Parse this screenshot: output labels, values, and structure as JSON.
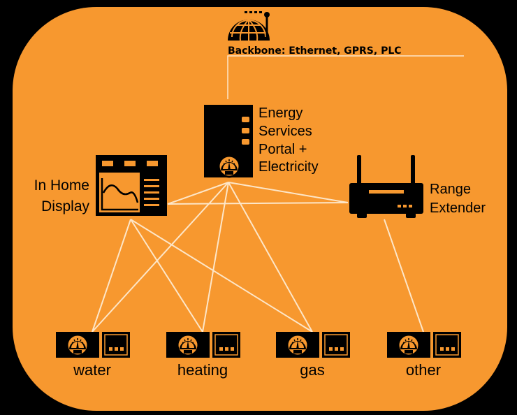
{
  "colors": {
    "background": "#f7982f",
    "outer": "#000000",
    "device": "#000000",
    "device_accent": "#f7982f",
    "link": "#fde6c8"
  },
  "backbone": {
    "label": "Backbone: Ethernet, GPRS, PLC",
    "icon": "globe-antenna-icon"
  },
  "portal": {
    "label_lines": [
      "Energy",
      "Services",
      "Portal +",
      "Electricity"
    ],
    "icon": "meter-cabinet-icon"
  },
  "in_home_display": {
    "label_lines": [
      "In Home",
      "Display"
    ],
    "icon": "display-screen-icon"
  },
  "range_extender": {
    "label_lines": [
      "Range",
      "Extender"
    ],
    "icon": "router-icon"
  },
  "meters": [
    {
      "id": "water",
      "label": "water",
      "icon": "gauge-icon"
    },
    {
      "id": "heating",
      "label": "heating",
      "icon": "gauge-icon"
    },
    {
      "id": "gas",
      "label": "gas",
      "icon": "gauge-icon"
    },
    {
      "id": "other",
      "label": "other",
      "icon": "gauge-icon"
    }
  ],
  "links": [
    {
      "from": "portal",
      "to": "in_home_display"
    },
    {
      "from": "portal",
      "to": "range_extender"
    },
    {
      "from": "in_home_display",
      "to": "range_extender"
    },
    {
      "from": "portal",
      "to": "water"
    },
    {
      "from": "portal",
      "to": "heating"
    },
    {
      "from": "portal",
      "to": "gas"
    },
    {
      "from": "in_home_display",
      "to": "water"
    },
    {
      "from": "in_home_display",
      "to": "heating"
    },
    {
      "from": "in_home_display",
      "to": "gas"
    },
    {
      "from": "range_extender",
      "to": "other"
    }
  ]
}
